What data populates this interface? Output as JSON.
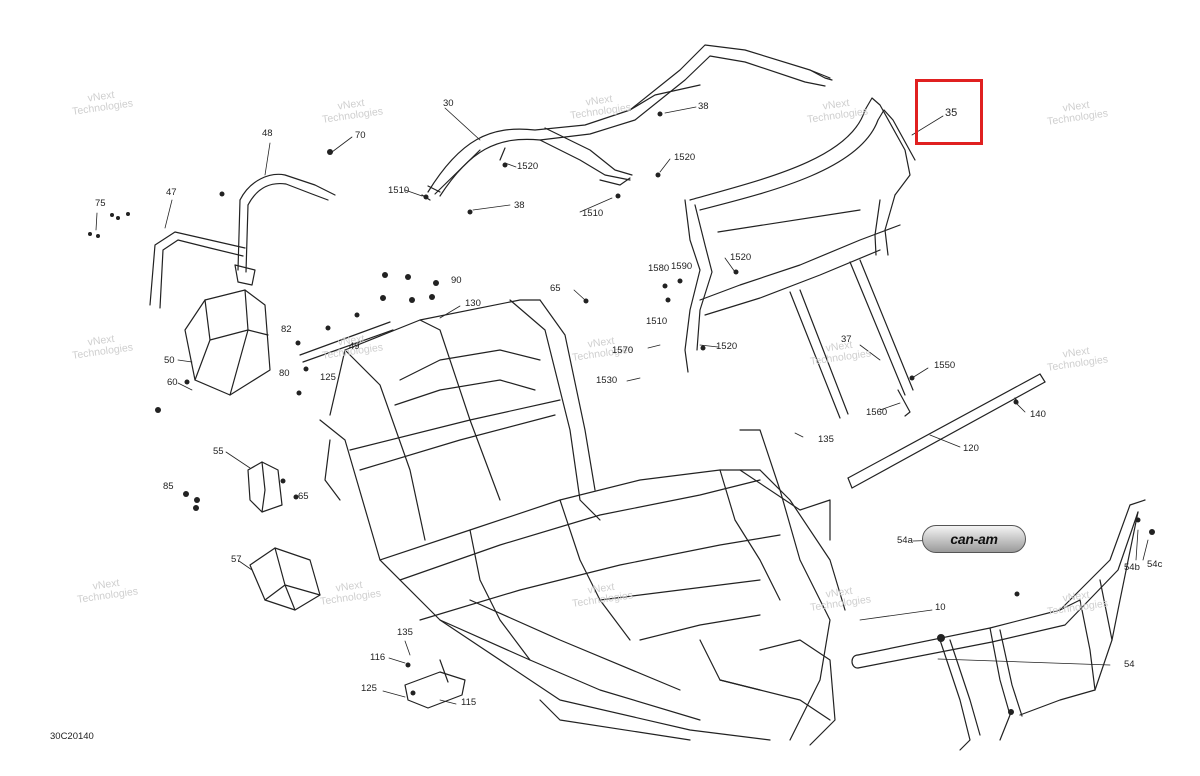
{
  "diagram_code": "30C20140",
  "highlighted_part": "35",
  "logo_text": "can-am",
  "watermark": {
    "line1": "vNext",
    "line2": "Technologies"
  },
  "parts": {
    "p10": "10",
    "p30": "30",
    "p35": "35",
    "p37": "37",
    "p38a": "38",
    "p38b": "38",
    "p47": "47",
    "p48": "48",
    "p49": "49",
    "p50": "50",
    "p54": "54",
    "p54a": "54a",
    "p54b": "54b",
    "p54c": "54c",
    "p55": "55",
    "p57": "57",
    "p60": "60",
    "p65a": "65",
    "p65b": "65",
    "p70": "70",
    "p75": "75",
    "p80": "80",
    "p82": "82",
    "p85": "85",
    "p90": "90",
    "p115": "115",
    "p116": "116",
    "p120": "120",
    "p125a": "125",
    "p125b": "125",
    "p130": "130",
    "p135a": "135",
    "p135b": "135",
    "p140": "140",
    "p1510a": "1510",
    "p1510b": "1510",
    "p1510c": "1510",
    "p1520a": "1520",
    "p1520b": "1520",
    "p1520c": "1520",
    "p1520d": "1520",
    "p1530": "1530",
    "p1550": "1550",
    "p1560": "1560",
    "p1570": "1570",
    "p1580": "1580",
    "p1590": "1590"
  }
}
